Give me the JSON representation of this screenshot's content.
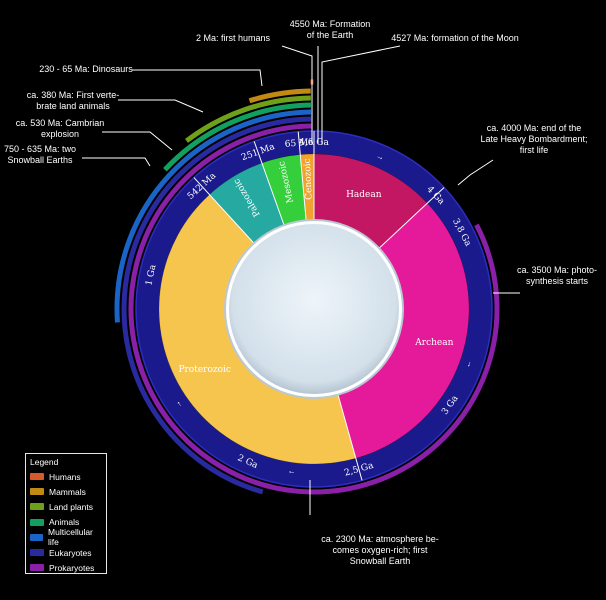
{
  "eons": [
    {
      "key": "hadean",
      "name": "Hadean",
      "start": 4.6,
      "end": 4.0,
      "color": "#c41763"
    },
    {
      "key": "archean",
      "name": "Archean",
      "start": 4.0,
      "end": 2.5,
      "color": "#e51a9a"
    },
    {
      "key": "proterozoic",
      "name": "Proterozoic",
      "start": 2.5,
      "end": 0.542,
      "color": "#f5c54e"
    },
    {
      "key": "paleozoic",
      "name": "Paleozoic",
      "start": 0.542,
      "end": 0.251,
      "color": "#26a9a0"
    },
    {
      "key": "mesozoic",
      "name": "Mesozoic",
      "start": 0.251,
      "end": 0.065,
      "color": "#35cf3b"
    },
    {
      "key": "cenozoic",
      "name": "Cenozoic",
      "start": 0.065,
      "end": 0.0,
      "color": "#f2a22f"
    }
  ],
  "ring_labels": [
    {
      "key": "4-6-ga",
      "text": "4,6 Ga",
      "age": 4.6
    },
    {
      "key": "4-ga",
      "text": "4 Ga",
      "age": 4.0
    },
    {
      "key": "3-8-ga",
      "text": "3,8 Ga",
      "age": 3.8
    },
    {
      "key": "3-ga",
      "text": "3 Ga",
      "age": 3.0
    },
    {
      "key": "2-5-ga",
      "text": "2,5 Ga",
      "age": 2.5
    },
    {
      "key": "2-ga",
      "text": "2 Ga",
      "age": 2.0
    },
    {
      "key": "1-ga",
      "text": "1 Ga",
      "age": 1.0
    },
    {
      "key": "542-ma",
      "text": "542 Ma",
      "age": 0.542
    },
    {
      "key": "251-ma",
      "text": "251 Ma",
      "age": 0.251
    },
    {
      "key": "65-ma",
      "text": "65 Ma",
      "age": 0.065
    }
  ],
  "life_arcs": [
    {
      "key": "prokaryotes",
      "label": "Prokaryotes",
      "start": 3.8,
      "color": "#8a1fa8"
    },
    {
      "key": "eukaryotes",
      "label": "Eukaryotes",
      "start": 2.1,
      "color": "#2a2aa0"
    },
    {
      "key": "multicellular",
      "label": "Multicellular life",
      "start": 1.2,
      "color": "#1a64c8"
    },
    {
      "key": "animals",
      "label": "Animals",
      "start": 0.6,
      "color": "#12a060"
    },
    {
      "key": "land-plants",
      "label": "Land plants",
      "start": 0.475,
      "color": "#6fa01a"
    },
    {
      "key": "mammals",
      "label": "Mammals",
      "start": 0.22,
      "color": "#c28a12"
    },
    {
      "key": "humans",
      "label": "Humans",
      "start": 0.002,
      "color": "#d85a2a"
    }
  ],
  "annotations": [
    {
      "key": "first-humans",
      "lines": [
        "2 Ma: first humans"
      ],
      "age": 0.002
    },
    {
      "key": "formation-earth",
      "lines": [
        "4550 Ma: Formation",
        "of the Earth"
      ],
      "age": 4.55
    },
    {
      "key": "formation-moon",
      "lines": [
        "4527 Ma: formation of the Moon"
      ],
      "age": 4.527
    },
    {
      "key": "dinosaurs",
      "lines": [
        "230 - 65 Ma: Dinosaurs"
      ],
      "age": 0.23
    },
    {
      "key": "land-animals",
      "lines": [
        "ca. 380 Ma: First verte-",
        "brate land animals"
      ],
      "age": 0.38
    },
    {
      "key": "cambrian",
      "lines": [
        "ca. 530 Ma: Cambrian",
        "explosion"
      ],
      "age": 0.53
    },
    {
      "key": "snowball",
      "lines": [
        "750 - 635 Ma: two",
        "Snowball Earths"
      ],
      "age": 0.7
    },
    {
      "key": "late-heavy-bombardment",
      "lines": [
        "ca. 4000 Ma: end of the",
        "Late Heavy Bombardment;",
        "first life"
      ],
      "age": 4.0
    },
    {
      "key": "photosynthesis",
      "lines": [
        "ca. 3500 Ma: photo-",
        "synthesis starts"
      ],
      "age": 3.5
    },
    {
      "key": "oxygen",
      "lines": [
        "ca. 2300 Ma: atmosphere be-",
        "comes oxygen-rich; first",
        "Snowball Earth"
      ],
      "age": 2.3
    }
  ],
  "legend": {
    "title": "Legend",
    "items": [
      {
        "key": "humans",
        "label": "Humans",
        "color": "#d85a2a"
      },
      {
        "key": "mammals",
        "label": "Mammals",
        "color": "#c28a12"
      },
      {
        "key": "land-plants",
        "label": "Land plants",
        "color": "#6fa01a"
      },
      {
        "key": "animals",
        "label": "Animals",
        "color": "#12a060"
      },
      {
        "key": "multicellular",
        "label": "Multicellular life",
        "color": "#1a64c8"
      },
      {
        "key": "eukaryotes",
        "label": "Eukaryotes",
        "color": "#2a2aa0"
      },
      {
        "key": "prokaryotes",
        "label": "Prokaryotes",
        "color": "#8a1fa8"
      }
    ]
  },
  "colors": {
    "ring": "#1a1a8c",
    "ring_edge": "#2c2cc0",
    "center": "#dde8f0",
    "text": "#ffffff",
    "leader": "#ffffff"
  }
}
